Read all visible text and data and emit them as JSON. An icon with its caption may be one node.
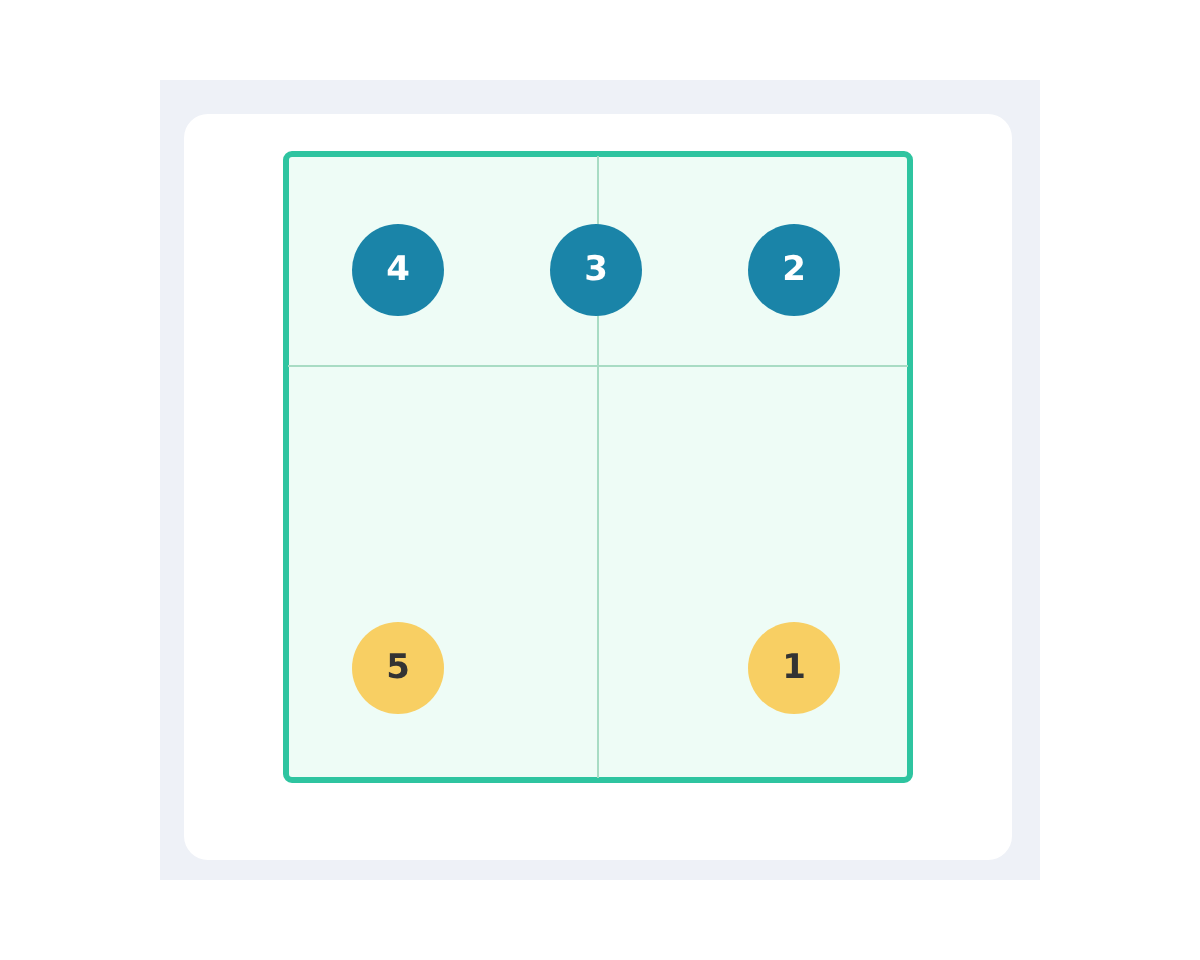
{
  "diagram": {
    "nodes": [
      {
        "text": [
          "4"
        ]
      },
      {
        "text": [
          "3"
        ]
      },
      {
        "text": [
          "2"
        ]
      },
      {
        "text": [
          "5"
        ]
      },
      {
        "text": [
          "1"
        ]
      }
    ]
  }
}
